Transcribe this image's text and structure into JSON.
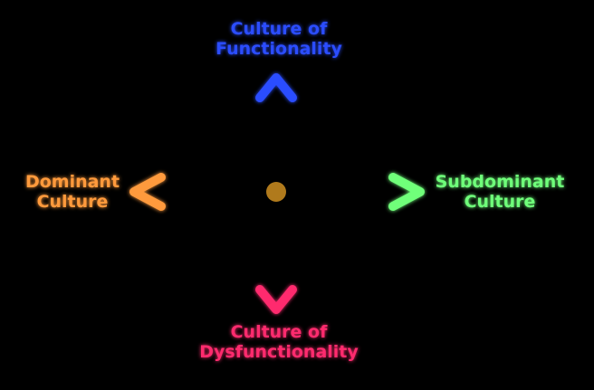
{
  "labels": {
    "top": {
      "line1": "Culture of",
      "line2": "Functionality"
    },
    "bottom": {
      "line1": "Culture of",
      "line2": "Dysfunctionality"
    },
    "left": {
      "line1": "Dominant",
      "line2": "Culture"
    },
    "right": {
      "line1": "Subdominant",
      "line2": "Culture"
    }
  },
  "colors": {
    "top": "#2b4dff",
    "bottom": "#ff2b6e",
    "left": "#ff9a3c",
    "right": "#6fff7a",
    "vertical_mid": "#8a2cc8",
    "horizontal_mid": "#b7e07a",
    "center": "#b07a1c"
  }
}
